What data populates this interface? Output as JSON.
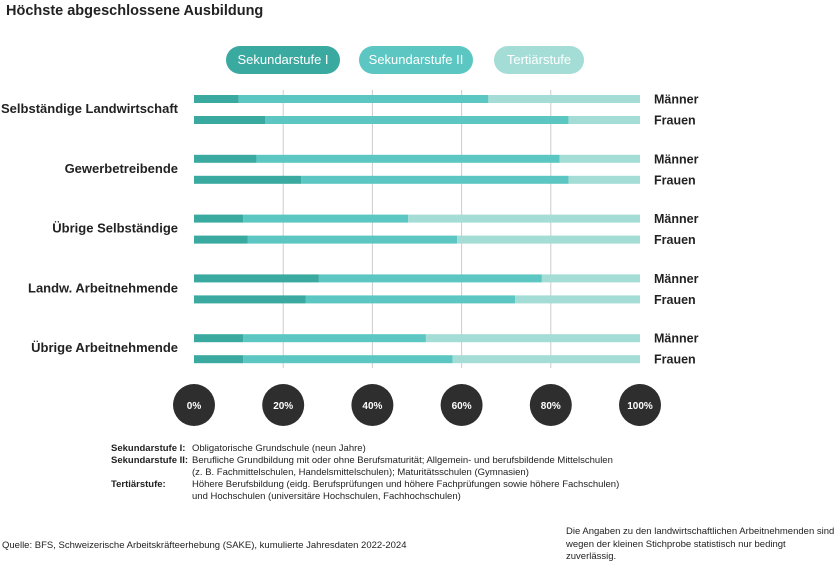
{
  "title": "Höchste abgeschlossene Ausbildung",
  "colors": {
    "sek1": "#3aa9a0",
    "sek2": "#5cc7c2",
    "tert": "#a3ddd6",
    "grid": "#cccccc",
    "tick_circle": "#2e2e2e"
  },
  "legend": [
    {
      "label": "Sekundarstufe I",
      "color": "#3aa9a0"
    },
    {
      "label": "Sekundarstufe II",
      "color": "#5cc7c2"
    },
    {
      "label": "Tertiärstufe",
      "color": "#a3ddd6"
    }
  ],
  "chart_data": {
    "type": "bar",
    "orientation": "horizontal",
    "stacked": true,
    "title": "Höchste abgeschlossene Ausbildung",
    "xlim": [
      0,
      100
    ],
    "x_ticks": [
      "0%",
      "20%",
      "40%",
      "60%",
      "80%",
      "100%"
    ],
    "groups": [
      "Selbständige Landwirtschaft",
      "Gewerbetreibende",
      "Übrige Selbständige",
      "Landw. Arbeitnehmende",
      "Übrige Arbeitnehmende"
    ],
    "subgroups": [
      "Männer",
      "Frauen"
    ],
    "series": [
      {
        "name": "Sekundarstufe I",
        "values": [
          [
            10,
            16
          ],
          [
            14,
            24
          ],
          [
            11,
            12
          ],
          [
            28,
            25
          ],
          [
            11,
            11
          ]
        ]
      },
      {
        "name": "Sekundarstufe II",
        "values": [
          [
            56,
            68
          ],
          [
            68,
            60
          ],
          [
            37,
            47
          ],
          [
            50,
            47
          ],
          [
            41,
            47
          ]
        ]
      },
      {
        "name": "Tertiärstufe",
        "values": [
          [
            34,
            16
          ],
          [
            18,
            16
          ],
          [
            52,
            41
          ],
          [
            22,
            28
          ],
          [
            48,
            42
          ]
        ]
      }
    ],
    "grid": true
  },
  "definitions": [
    {
      "term": "Sekundarstufe I:",
      "desc": "Obligatorische Grundschule (neun Jahre)"
    },
    {
      "term": "Sekundarstufe II:",
      "desc": "Berufliche Grundbildung mit oder ohne Berufsmaturität; Allgemein- und berufsbildende Mittelschulen\n(z. B. Fachmittelschulen, Handelsmittelschulen); Maturitätsschulen (Gymnasien)"
    },
    {
      "term": "Tertiärstufe:",
      "desc": "Höhere Berufsbildung (eidg. Berufsprüfungen und höhere Fachprüfungen sowie höhere Fachschulen)\nund Hochschulen (universitäre Hochschulen, Fachhochschulen)"
    }
  ],
  "source": "Quelle: BFS, Schweizerische Arbeitskräfteerhebung (SAKE), kumulierte Jahresdaten 2022-2024",
  "note": "Die Angaben zu den landwirtschaftlichen Arbeitnehmenden sind\nwegen der kleinen Stichprobe statistisch nur bedingt zuverlässig."
}
